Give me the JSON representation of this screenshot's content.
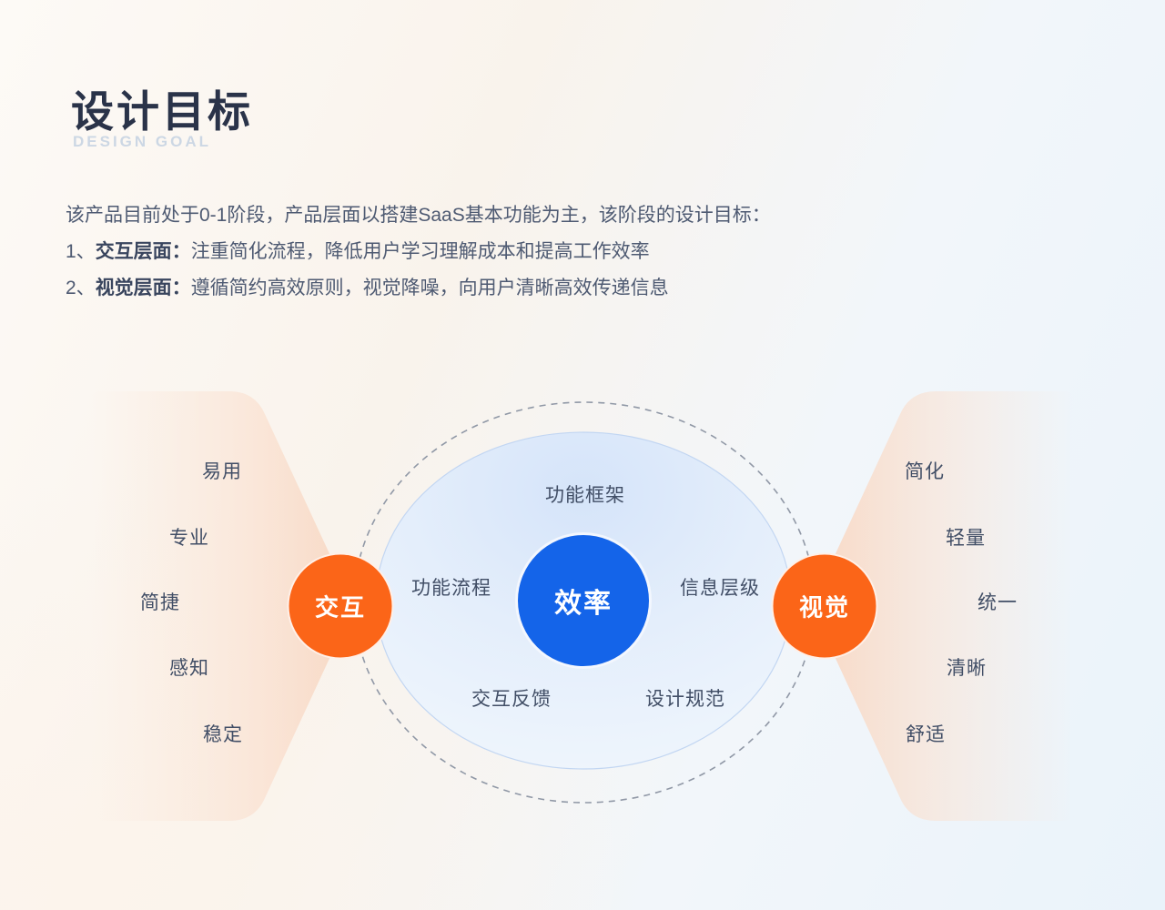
{
  "header": {
    "title": "设计目标",
    "subtitle": "DESIGN GOAL"
  },
  "intro": {
    "line1": "该产品目前处于0-1阶段，产品层面以搭建SaaS基本功能为主，该阶段的设计目标：",
    "line2_prefix": "1、",
    "line2_bold": "交互层面：",
    "line2_rest": "注重简化流程，降低用户学习理解成本和提高工作效率",
    "line3_prefix": "2、",
    "line3_bold": "视觉层面：",
    "line3_rest": "遵循简约高效原则，视觉降噪，向用户清晰高效传递信息"
  },
  "diagram": {
    "center_node": "效率",
    "left_node": "交互",
    "right_node": "视觉",
    "inner_labels": [
      "功能框架",
      "功能流程",
      "信息层级",
      "交互反馈",
      "设计规范"
    ],
    "left_traits": [
      "易用",
      "专业",
      "简捷",
      "感知",
      "稳定"
    ],
    "right_traits": [
      "简化",
      "轻量",
      "统一",
      "清晰",
      "舒适"
    ],
    "colors": {
      "accent_blue": "#1464e9",
      "accent_orange": "#fb6518",
      "label_text": "#414e66",
      "dashed_ring": "#9098a6",
      "inner_ellipse_stroke": "#c2d6f2",
      "chevron_peach": "#f8dbca"
    }
  }
}
